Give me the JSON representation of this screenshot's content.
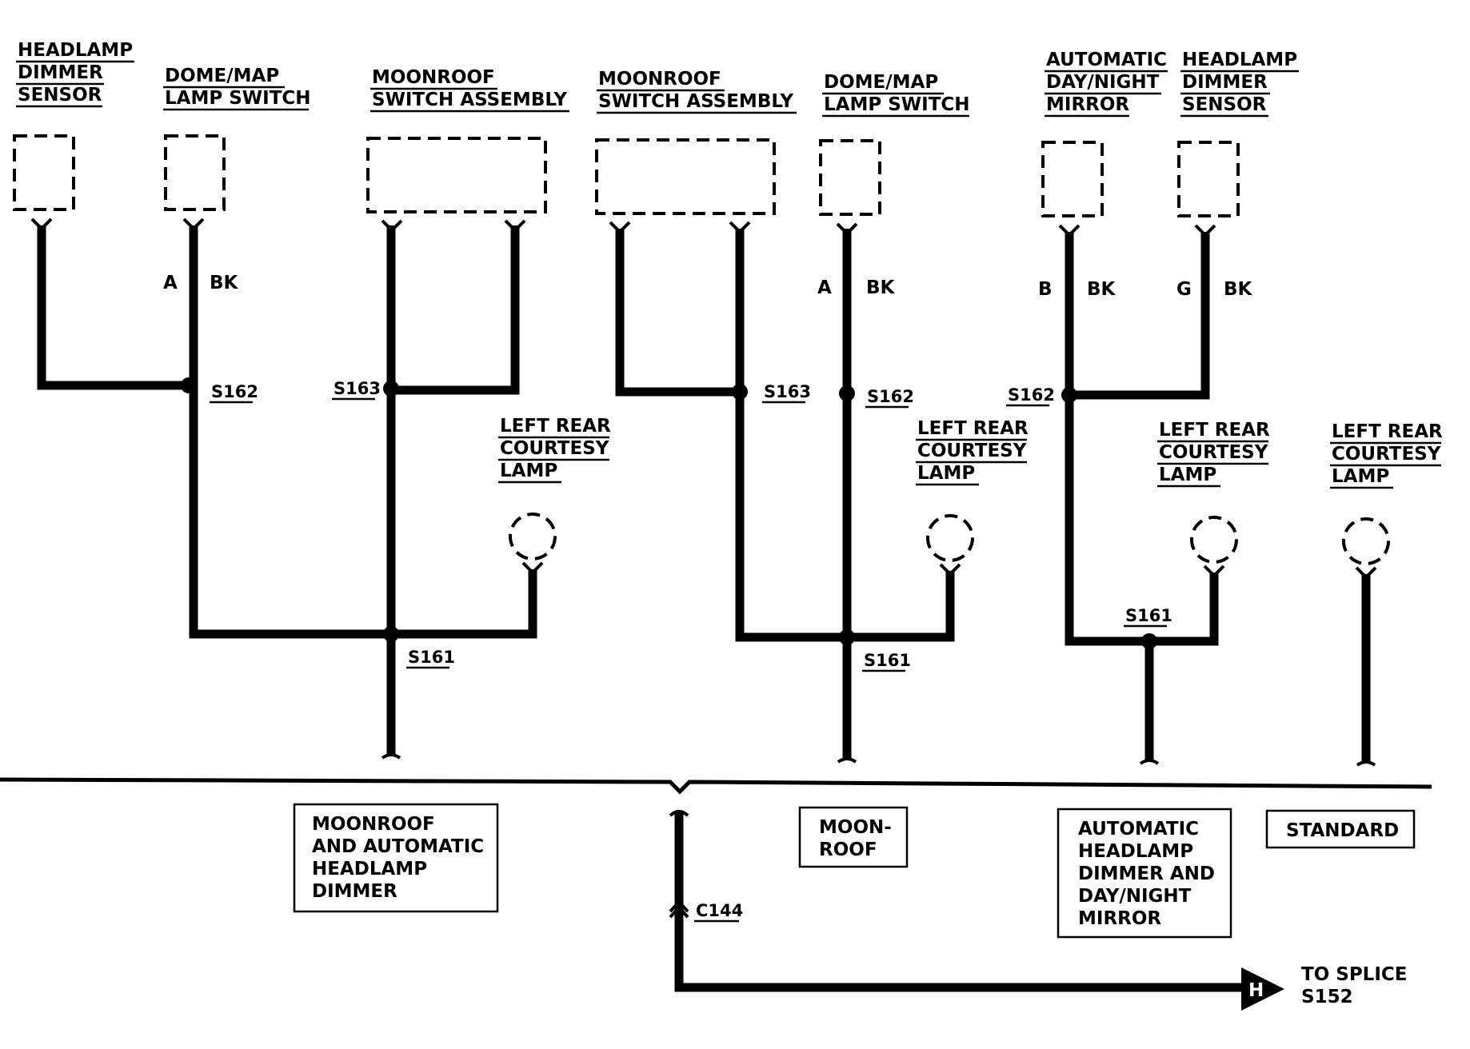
{
  "components": {
    "c1": [
      "HEADLAMP",
      "DIMMER",
      "SENSOR"
    ],
    "c2": [
      "DOME/MAP",
      "LAMP SWITCH"
    ],
    "c3": [
      "MOONROOF",
      "SWITCH ASSEMBLY"
    ],
    "c4": [
      "MOONROOF",
      "SWITCH ASSEMBLY"
    ],
    "c5": [
      "DOME/MAP",
      "LAMP SWITCH"
    ],
    "c6": [
      "AUTOMATIC",
      "DAY/NIGHT",
      "MIRROR"
    ],
    "c7": [
      "HEADLAMP",
      "DIMMER",
      "SENSOR"
    ],
    "lamp1": [
      "LEFT REAR",
      "COURTESY",
      "LAMP"
    ],
    "lamp2": [
      "LEFT REAR",
      "COURTESY",
      "LAMP"
    ],
    "lamp3": [
      "LEFT REAR",
      "COURTESY",
      "LAMP"
    ],
    "lamp4": [
      "LEFT REAR",
      "COURTESY",
      "LAMP"
    ]
  },
  "wire_labels": {
    "w1_pin": "A",
    "w1_color": "BK",
    "w2_pin": "A",
    "w2_color": "BK",
    "w3_pin": "B",
    "w3_color": "BK",
    "w4_pin": "G",
    "w4_color": "BK"
  },
  "splices": {
    "s162_a": "S162",
    "s163_a": "S163",
    "s161_a": "S161",
    "s163_b": "S163",
    "s162_b": "S162",
    "s161_b": "S161",
    "s162_c": "S162",
    "s161_c": "S161"
  },
  "options": {
    "opt1": [
      "MOONROOF",
      "AND AUTOMATIC",
      "HEADLAMP",
      "DIMMER"
    ],
    "opt2": [
      "MOON-",
      "ROOF"
    ],
    "opt3": [
      "AUTOMATIC",
      "HEADLAMP",
      "DIMMER AND",
      "DAY/NIGHT",
      "MIRROR"
    ],
    "opt4": [
      "STANDARD"
    ]
  },
  "connector": "C144",
  "arrow_label": "H",
  "destination": [
    "TO SPLICE",
    "S152"
  ]
}
